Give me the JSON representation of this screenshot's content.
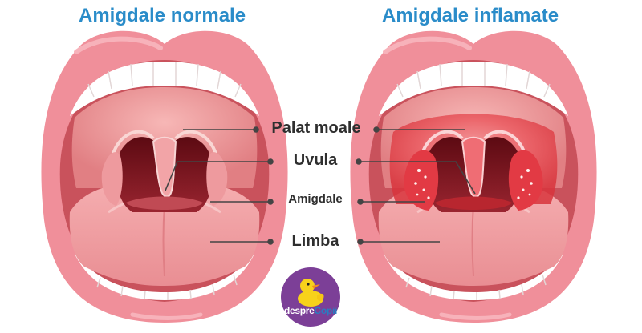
{
  "titles": {
    "left": "Amigdale normale",
    "right": "Amigdale inflamate"
  },
  "labels": {
    "palat": "Palat moale",
    "uvula": "Uvula",
    "amigdale": "Amigdale",
    "limba": "Limba"
  },
  "logo": {
    "part1": "despre",
    "part2": "Copii"
  },
  "colors": {
    "title": "#2a8cc9",
    "lips": "#f08f9a",
    "throat_normal": "#e98b8e",
    "throat_inflamed": "#e8474e",
    "label": "#2f2f2f"
  }
}
